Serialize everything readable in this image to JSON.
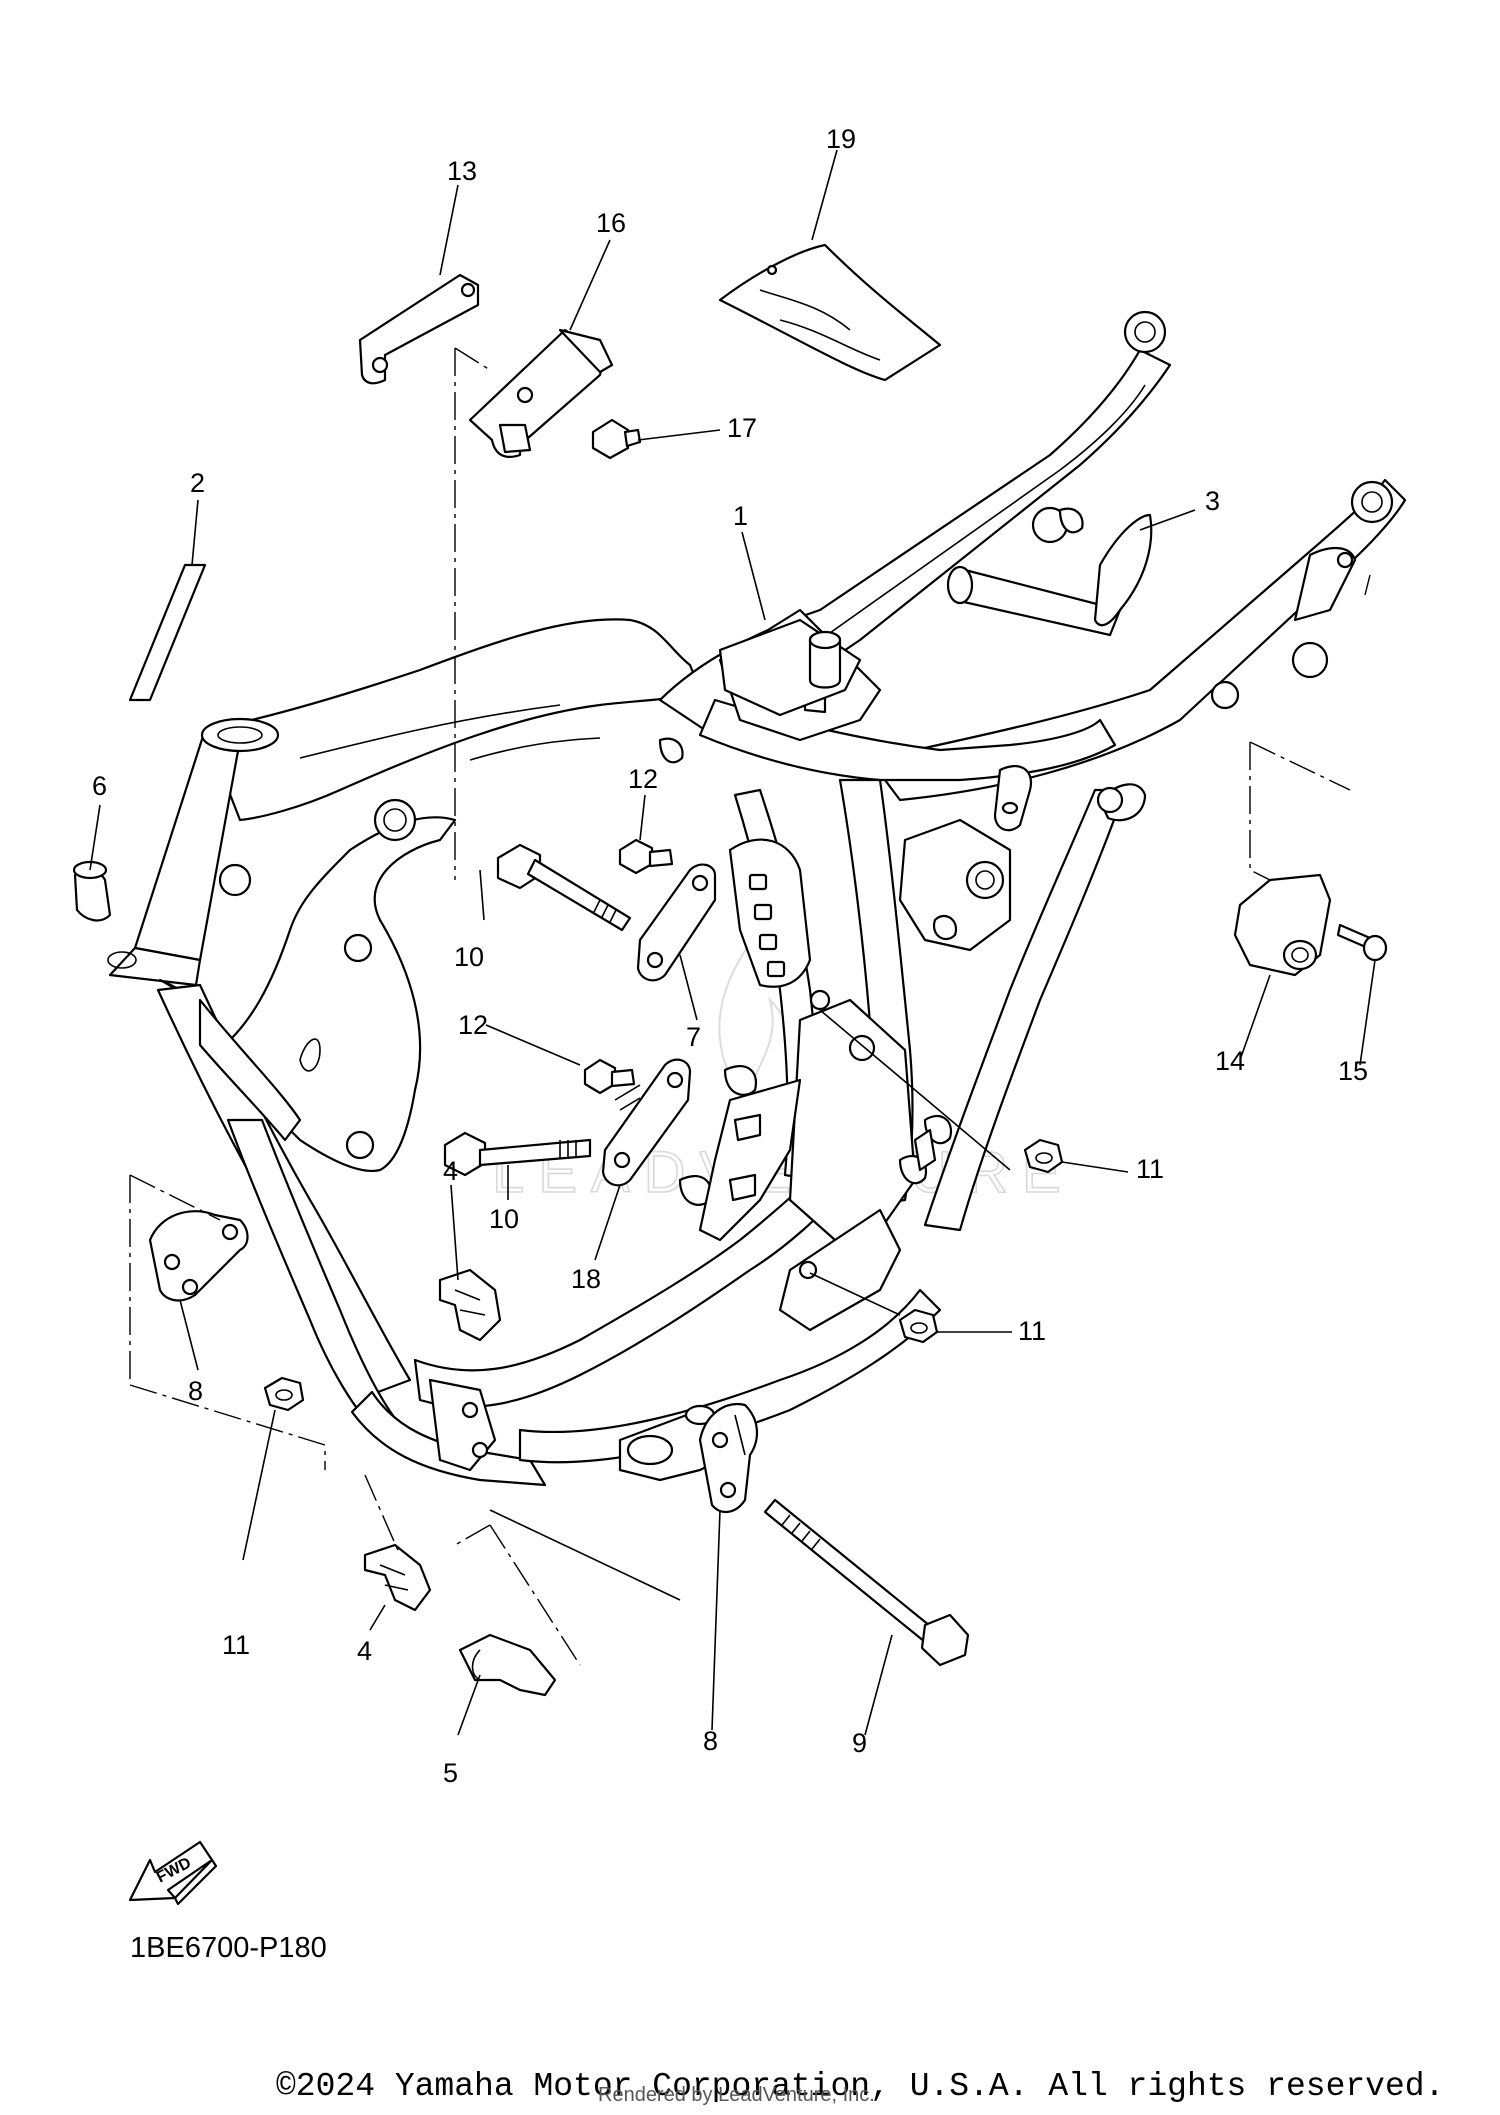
{
  "diagram": {
    "callouts": {
      "c1": "1",
      "c2": "2",
      "c3": "3",
      "c4a": "4",
      "c4b": "4",
      "c5": "5",
      "c6": "6",
      "c7": "7",
      "c8a": "8",
      "c8b": "8",
      "c9": "9",
      "c10a": "10",
      "c10b": "10",
      "c11a": "11",
      "c11b": "11",
      "c11c": "11",
      "c12a": "12",
      "c12b": "12",
      "c13": "13",
      "c14": "14",
      "c15": "15",
      "c16": "16",
      "c17": "17",
      "c18": "18",
      "c19": "19"
    },
    "fwd_label": "FWD",
    "diagram_code": "1BE6700-P180",
    "watermark": "LEADVENTURE"
  },
  "footer": {
    "copyright": "©2024 Yamaha Motor Corporation, U.S.A. All rights reserved.",
    "rendered_by": "Rendered by LeadVenture, Inc."
  }
}
